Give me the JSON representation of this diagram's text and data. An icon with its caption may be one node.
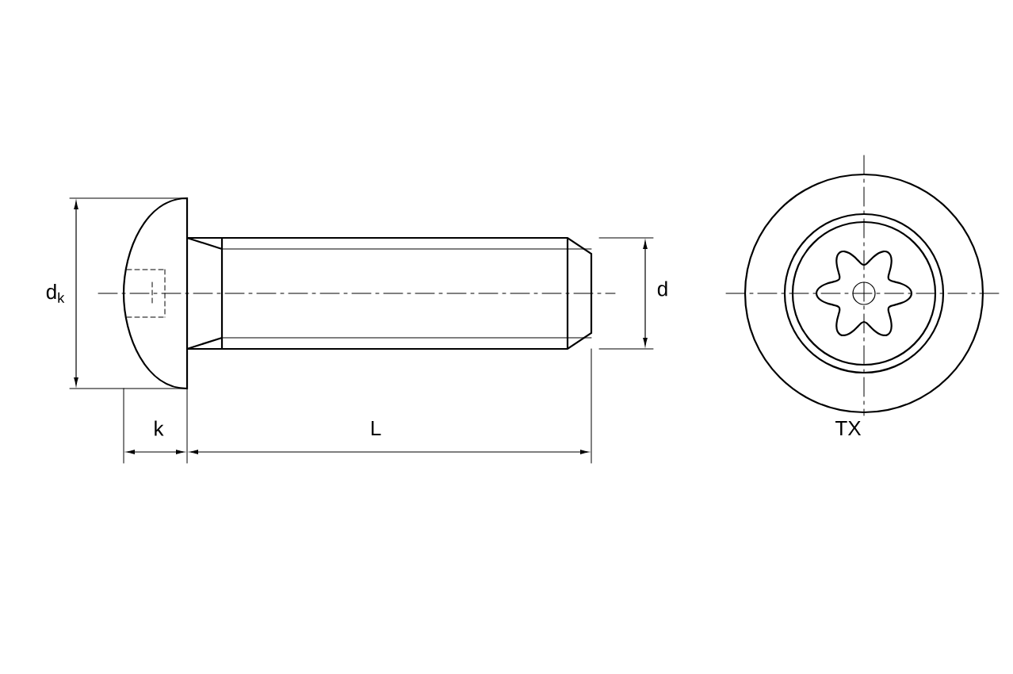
{
  "diagram": {
    "labels": [
      "d$_{k}$",
      "k",
      "L",
      "d",
      "TX"
    ]
  }
}
